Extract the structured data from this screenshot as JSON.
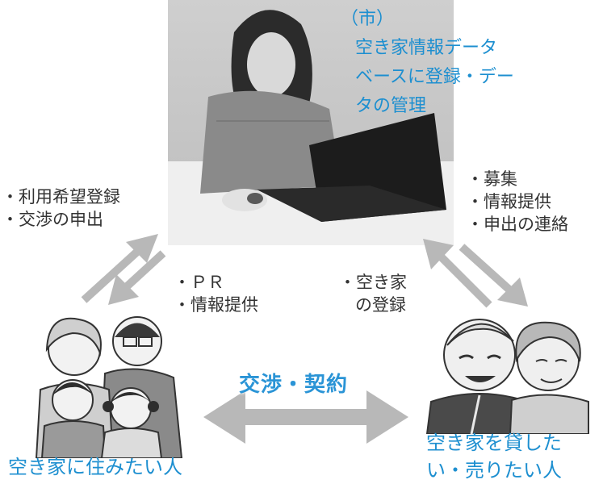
{
  "city": {
    "lines": [
      "（市）",
      "空き家情報データ",
      "ベースに登録・デー",
      "タの管理"
    ]
  },
  "left_top_labels": [
    "・利用希望登録",
    "・交渉の申出"
  ],
  "left_mid_labels": [
    "・ＰＲ",
    "・情報提供"
  ],
  "right_top_labels": [
    "・募集",
    "・情報提供",
    "・申出の連絡"
  ],
  "right_mid_labels": [
    "・空き家",
    "の登録"
  ],
  "center_label": "交渉・契約",
  "bottom_left_label": "空き家に住みたい人",
  "bottom_right_lines": [
    "空き家を貸した",
    "い・売りたい人"
  ],
  "colors": {
    "accent_blue": "#1d8fd0",
    "arrow_gray": "#b8b8b8",
    "text_dark": "#333333"
  }
}
